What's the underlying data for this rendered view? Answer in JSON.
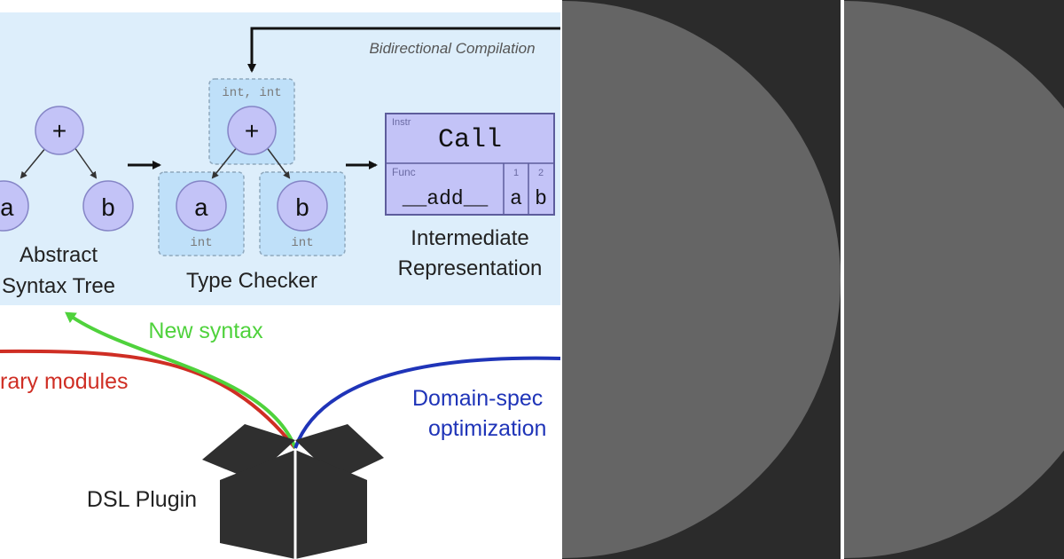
{
  "compiler_panel": {
    "feedback_label": "Bidirectional Compilation",
    "ast": {
      "root": "+",
      "left": "a",
      "right": "b",
      "caption_line1": "Abstract",
      "caption_line2": "Syntax Tree"
    },
    "type_checker": {
      "root_type": "int, int",
      "root": "+",
      "left": "a",
      "left_type": "int",
      "right": "b",
      "right_type": "int",
      "caption": "Type Checker"
    },
    "ir": {
      "instr_tag": "Instr",
      "instr_value": "Call",
      "func_tag": "Func",
      "func_value": "__add__",
      "arg1_tag": "1",
      "arg1_value": "a",
      "arg2_tag": "2",
      "arg2_value": "b",
      "caption_line1": "Intermediate",
      "caption_line2": "Representation"
    }
  },
  "plugin": {
    "label": "DSL Plugin",
    "green_label": "New syntax",
    "red_label": "rary modules",
    "blue_label_line1": "Domain-spec",
    "blue_label_line2": "optimization"
  },
  "colors": {
    "panel_bg": "#ddeefb",
    "node_fill": "#c3c3f7",
    "type_box_fill": "#bfe0f9",
    "green": "#4fd23c",
    "red": "#cf2e24",
    "blue": "#1f34b8",
    "box_fill": "#2f2f2f",
    "side_dark": "#2b2b2b",
    "side_disc": "#656565"
  }
}
